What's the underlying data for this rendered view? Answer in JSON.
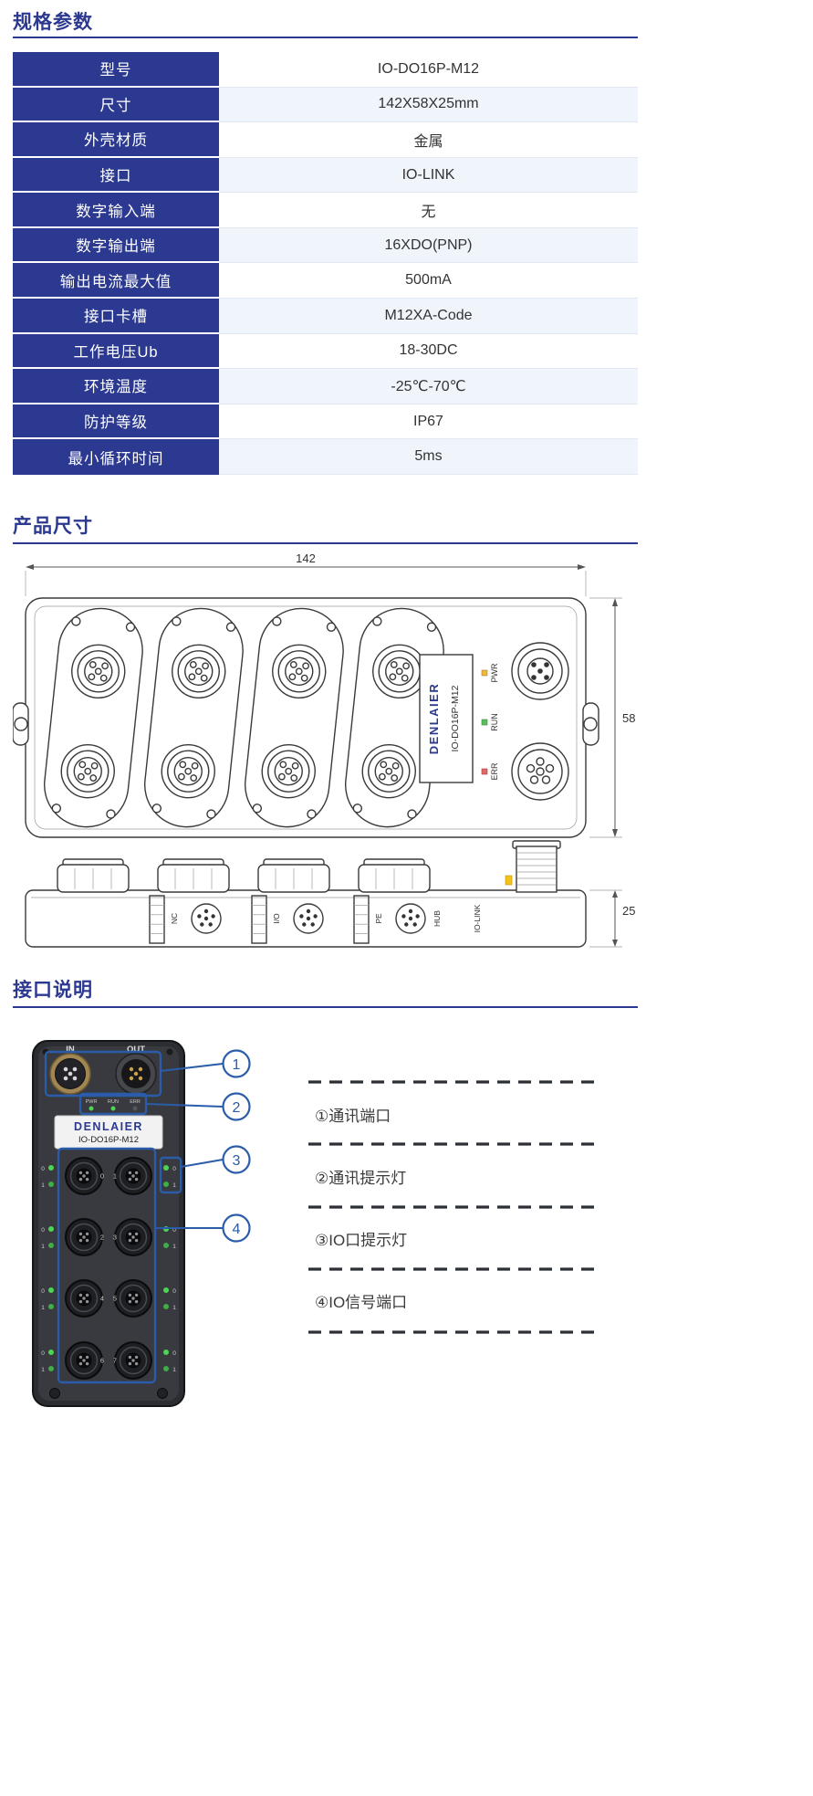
{
  "colors": {
    "navy": "#2b3990",
    "accent": "#2a5caa",
    "led_green": "#4cd653"
  },
  "specs": {
    "title": "规格参数",
    "rows": [
      {
        "label": "型号",
        "value": "IO-DO16P-M12"
      },
      {
        "label": "尺寸",
        "value": "142X58X25mm"
      },
      {
        "label": "外壳材质",
        "value": "金属"
      },
      {
        "label": "接口",
        "value": "IO-LINK"
      },
      {
        "label": "数字输入端",
        "value": "无"
      },
      {
        "label": "数字输出端",
        "value": "16XDO(PNP)"
      },
      {
        "label": "输出电流最大值",
        "value": "500mA"
      },
      {
        "label": "接口卡槽",
        "value": "M12XA-Code"
      },
      {
        "label": "工作电压Ub",
        "value": "18-30DC"
      },
      {
        "label": "环境温度",
        "value": "-25℃-70℃"
      },
      {
        "label": "防护等级",
        "value": "IP67"
      },
      {
        "label": "最小循环时间",
        "value": "5ms"
      }
    ]
  },
  "dimensions": {
    "title": "产品尺寸",
    "width": "142",
    "height": "58",
    "depth": "25",
    "brand": "DENLAIER",
    "model": "IO-DO16P-M12",
    "leds": [
      "PWR",
      "RUN",
      "ERR"
    ],
    "side_labels": [
      "NC",
      "I/O",
      "PE",
      "HUB",
      "IO-LINK"
    ]
  },
  "iface": {
    "title": "接口说明",
    "device": {
      "in_label": "IN",
      "out_label": "OUT",
      "brand": "DENLAIER",
      "model": "IO-DO16P-M12",
      "leds": [
        "PWR",
        "RUN",
        "ERR"
      ],
      "port_rows": [
        [
          "0",
          "1"
        ],
        [
          "2",
          "3"
        ],
        [
          "4",
          "5"
        ],
        [
          "6",
          "7"
        ]
      ],
      "led_top": "0",
      "led_bottom": "1"
    },
    "callouts": [
      "1",
      "2",
      "3",
      "4"
    ],
    "legend": [
      "①通讯端口",
      "②通讯提示灯",
      "③IO口提示灯",
      "④IO信号端口"
    ]
  }
}
